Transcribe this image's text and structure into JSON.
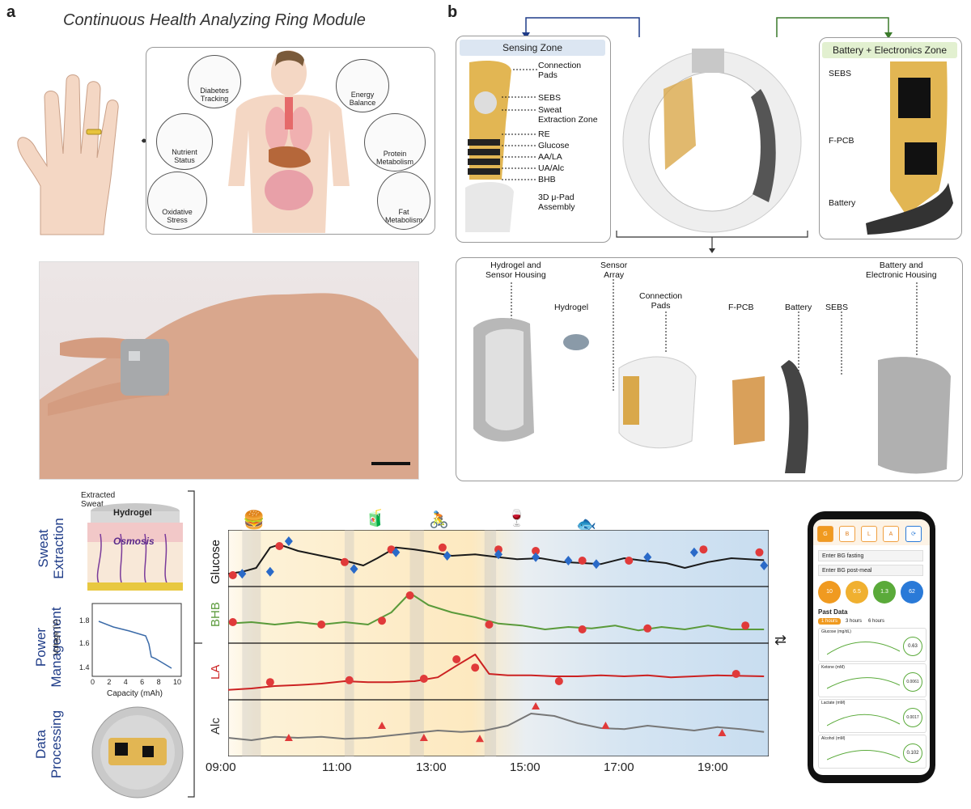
{
  "panel_a": {
    "letter": "a",
    "title": "Continuous Health Analyzing Ring Module",
    "circles": [
      {
        "label": "Diabetes\nTracking"
      },
      {
        "label": "Energy\nBalance"
      },
      {
        "label": "Nutrient\nStatus"
      },
      {
        "label": "Protein\nMetabolism"
      },
      {
        "label": "Oxidative\nStress"
      },
      {
        "label": "Fat\nMetabolism"
      }
    ]
  },
  "panel_b": {
    "letter": "b",
    "sensing_zone": {
      "title": "Sensing Zone",
      "labels": [
        "Connection\nPads",
        "SEBS",
        "Sweat\nExtraction Zone",
        "RE",
        "Glucose",
        "AA/LA",
        "UA/Alc",
        "BHB",
        "3D μ-Pad\nAssembly"
      ]
    },
    "battery_zone": {
      "title": "Battery + Electronics Zone",
      "labels": [
        "SEBS",
        "F-PCB",
        "Battery"
      ]
    },
    "exploded": {
      "labels": [
        "Hydrogel and\nSensor Housing",
        "Hydrogel",
        "Sensor\nArray",
        "Connection\nPads",
        "F-PCB",
        "Battery",
        "SEBS",
        "Battery and\nElectronic Housing"
      ]
    }
  },
  "left_column": {
    "sweat": {
      "title": "Sweat\nExtraction",
      "extracted": "Extracted\nSweat",
      "hydrogel": "Hydrogel",
      "osmosis": "Osmosis"
    },
    "power": {
      "title": "Power\nManagement",
      "ylabel": "Voltage (V)",
      "xlabel": "Capacity (mAh)",
      "yticks": [
        "1.4",
        "1.6",
        "1.8"
      ],
      "xticks": [
        "0",
        "2",
        "4",
        "6",
        "8",
        "10"
      ]
    },
    "data": {
      "title": "Data\nProcessing"
    }
  },
  "chart_data": {
    "type": "line",
    "x_ticks": [
      "09:00",
      "11:00",
      "13:00",
      "15:00",
      "17:00",
      "19:00"
    ],
    "x_range_hours": [
      9,
      20.6
    ],
    "panels": [
      {
        "name": "Glucose",
        "color": "#1a1a1a",
        "line": [
          [
            9.0,
            0.18
          ],
          [
            9.3,
            0.22
          ],
          [
            9.6,
            0.3
          ],
          [
            9.9,
            0.72
          ],
          [
            10.1,
            0.78
          ],
          [
            10.5,
            0.65
          ],
          [
            11.0,
            0.55
          ],
          [
            11.5,
            0.45
          ],
          [
            11.9,
            0.35
          ],
          [
            12.2,
            0.5
          ],
          [
            12.6,
            0.72
          ],
          [
            13.0,
            0.68
          ],
          [
            13.4,
            0.62
          ],
          [
            13.8,
            0.55
          ],
          [
            14.3,
            0.58
          ],
          [
            14.8,
            0.52
          ],
          [
            15.2,
            0.48
          ],
          [
            15.7,
            0.5
          ],
          [
            16.2,
            0.42
          ],
          [
            16.6,
            0.4
          ],
          [
            17.0,
            0.38
          ],
          [
            17.5,
            0.5
          ],
          [
            17.9,
            0.45
          ],
          [
            18.4,
            0.4
          ],
          [
            18.8,
            0.3
          ],
          [
            19.3,
            0.42
          ],
          [
            19.8,
            0.5
          ],
          [
            20.5,
            0.46
          ]
        ],
        "markers": [
          [
            9.1,
            0.15
          ],
          [
            10.1,
            0.75
          ],
          [
            11.5,
            0.42
          ],
          [
            12.5,
            0.68
          ],
          [
            13.6,
            0.72
          ],
          [
            14.8,
            0.68
          ],
          [
            15.6,
            0.65
          ],
          [
            16.6,
            0.45
          ],
          [
            17.6,
            0.45
          ],
          [
            19.2,
            0.68
          ],
          [
            20.4,
            0.62
          ]
        ],
        "markers2": [
          [
            9.3,
            0.18
          ],
          [
            9.9,
            0.22
          ],
          [
            10.3,
            0.85
          ],
          [
            11.7,
            0.28
          ],
          [
            12.6,
            0.62
          ],
          [
            13.7,
            0.55
          ],
          [
            14.8,
            0.58
          ],
          [
            15.6,
            0.52
          ],
          [
            16.3,
            0.45
          ],
          [
            16.9,
            0.38
          ],
          [
            18.0,
            0.52
          ],
          [
            19.0,
            0.62
          ],
          [
            20.5,
            0.35
          ]
        ]
      },
      {
        "name": "BHB",
        "color": "#5a9a3a",
        "line": [
          [
            9.0,
            0.32
          ],
          [
            9.5,
            0.35
          ],
          [
            10.0,
            0.3
          ],
          [
            10.5,
            0.35
          ],
          [
            11.0,
            0.3
          ],
          [
            11.5,
            0.35
          ],
          [
            12.0,
            0.3
          ],
          [
            12.5,
            0.55
          ],
          [
            12.9,
            0.95
          ],
          [
            13.3,
            0.7
          ],
          [
            13.8,
            0.55
          ],
          [
            14.3,
            0.45
          ],
          [
            14.8,
            0.32
          ],
          [
            15.3,
            0.28
          ],
          [
            15.8,
            0.2
          ],
          [
            16.3,
            0.25
          ],
          [
            16.8,
            0.22
          ],
          [
            17.3,
            0.28
          ],
          [
            17.8,
            0.18
          ],
          [
            18.3,
            0.25
          ],
          [
            18.8,
            0.2
          ],
          [
            19.3,
            0.28
          ],
          [
            19.8,
            0.2
          ],
          [
            20.5,
            0.2
          ]
        ],
        "markers": [
          [
            9.1,
            0.35
          ],
          [
            11.0,
            0.3
          ],
          [
            12.3,
            0.38
          ],
          [
            12.9,
            0.9
          ],
          [
            14.6,
            0.3
          ],
          [
            16.6,
            0.2
          ],
          [
            18.0,
            0.22
          ],
          [
            20.1,
            0.28
          ]
        ]
      },
      {
        "name": "LA",
        "color": "#cc2222",
        "line": [
          [
            9.0,
            0.12
          ],
          [
            9.5,
            0.15
          ],
          [
            10.0,
            0.2
          ],
          [
            10.5,
            0.22
          ],
          [
            11.0,
            0.25
          ],
          [
            11.5,
            0.3
          ],
          [
            12.0,
            0.28
          ],
          [
            12.5,
            0.28
          ],
          [
            13.0,
            0.3
          ],
          [
            13.5,
            0.38
          ],
          [
            13.9,
            0.62
          ],
          [
            14.3,
            0.85
          ],
          [
            14.6,
            0.45
          ],
          [
            15.0,
            0.42
          ],
          [
            15.5,
            0.42
          ],
          [
            16.0,
            0.4
          ],
          [
            16.5,
            0.4
          ],
          [
            17.0,
            0.42
          ],
          [
            17.5,
            0.4
          ],
          [
            18.0,
            0.42
          ],
          [
            18.5,
            0.38
          ],
          [
            19.0,
            0.4
          ],
          [
            19.5,
            0.42
          ],
          [
            20.5,
            0.4
          ]
        ],
        "markers": [
          [
            9.9,
            0.28
          ],
          [
            11.6,
            0.32
          ],
          [
            13.2,
            0.35
          ],
          [
            13.9,
            0.75
          ],
          [
            14.3,
            0.58
          ],
          [
            16.1,
            0.3
          ],
          [
            19.9,
            0.45
          ]
        ]
      },
      {
        "name": "Alc",
        "color": "#777777",
        "line": [
          [
            9.0,
            0.3
          ],
          [
            9.5,
            0.25
          ],
          [
            10.0,
            0.32
          ],
          [
            10.5,
            0.3
          ],
          [
            11.0,
            0.32
          ],
          [
            11.5,
            0.28
          ],
          [
            12.0,
            0.3
          ],
          [
            12.5,
            0.35
          ],
          [
            13.0,
            0.4
          ],
          [
            13.5,
            0.45
          ],
          [
            14.0,
            0.42
          ],
          [
            14.5,
            0.45
          ],
          [
            15.0,
            0.55
          ],
          [
            15.5,
            0.8
          ],
          [
            16.0,
            0.75
          ],
          [
            16.5,
            0.6
          ],
          [
            17.0,
            0.5
          ],
          [
            17.5,
            0.48
          ],
          [
            18.0,
            0.55
          ],
          [
            18.5,
            0.5
          ],
          [
            19.0,
            0.45
          ],
          [
            19.5,
            0.52
          ],
          [
            20.0,
            0.48
          ],
          [
            20.5,
            0.42
          ]
        ],
        "markers": [
          [
            10.3,
            0.3
          ],
          [
            12.3,
            0.55
          ],
          [
            13.2,
            0.3
          ],
          [
            14.4,
            0.28
          ],
          [
            15.6,
            0.95
          ],
          [
            17.1,
            0.55
          ],
          [
            19.6,
            0.4
          ]
        ]
      }
    ]
  },
  "phone": {
    "tabs": [
      "G",
      "B",
      "L",
      "A",
      "⟳"
    ],
    "field1": "Enter BG fasting",
    "field2": "Enter BG post-meal",
    "circles": [
      {
        "value": "10",
        "color": "#f09a20"
      },
      {
        "value": "6.5",
        "color": "#f0b030"
      },
      {
        "value": "1.3",
        "color": "#5aaa3a"
      },
      {
        "value": "62",
        "color": "#2a7ad8"
      }
    ],
    "past_data": "Past Data",
    "period_tabs": [
      "1 hours",
      "3 hours",
      "6 hours"
    ],
    "cards": [
      {
        "title": "Glucose (mg/dL)",
        "value": "0.63"
      },
      {
        "title": "Ketone (mM)",
        "value": "0.0061"
      },
      {
        "title": "Lactate (mM)",
        "value": "0.0017"
      },
      {
        "title": "Alcohol (mM)",
        "value": "0.102"
      }
    ]
  },
  "colors": {
    "accent_blue": "#1f3c88",
    "green_zone": "#e2f0d0",
    "blue_zone": "#dce9f5"
  }
}
